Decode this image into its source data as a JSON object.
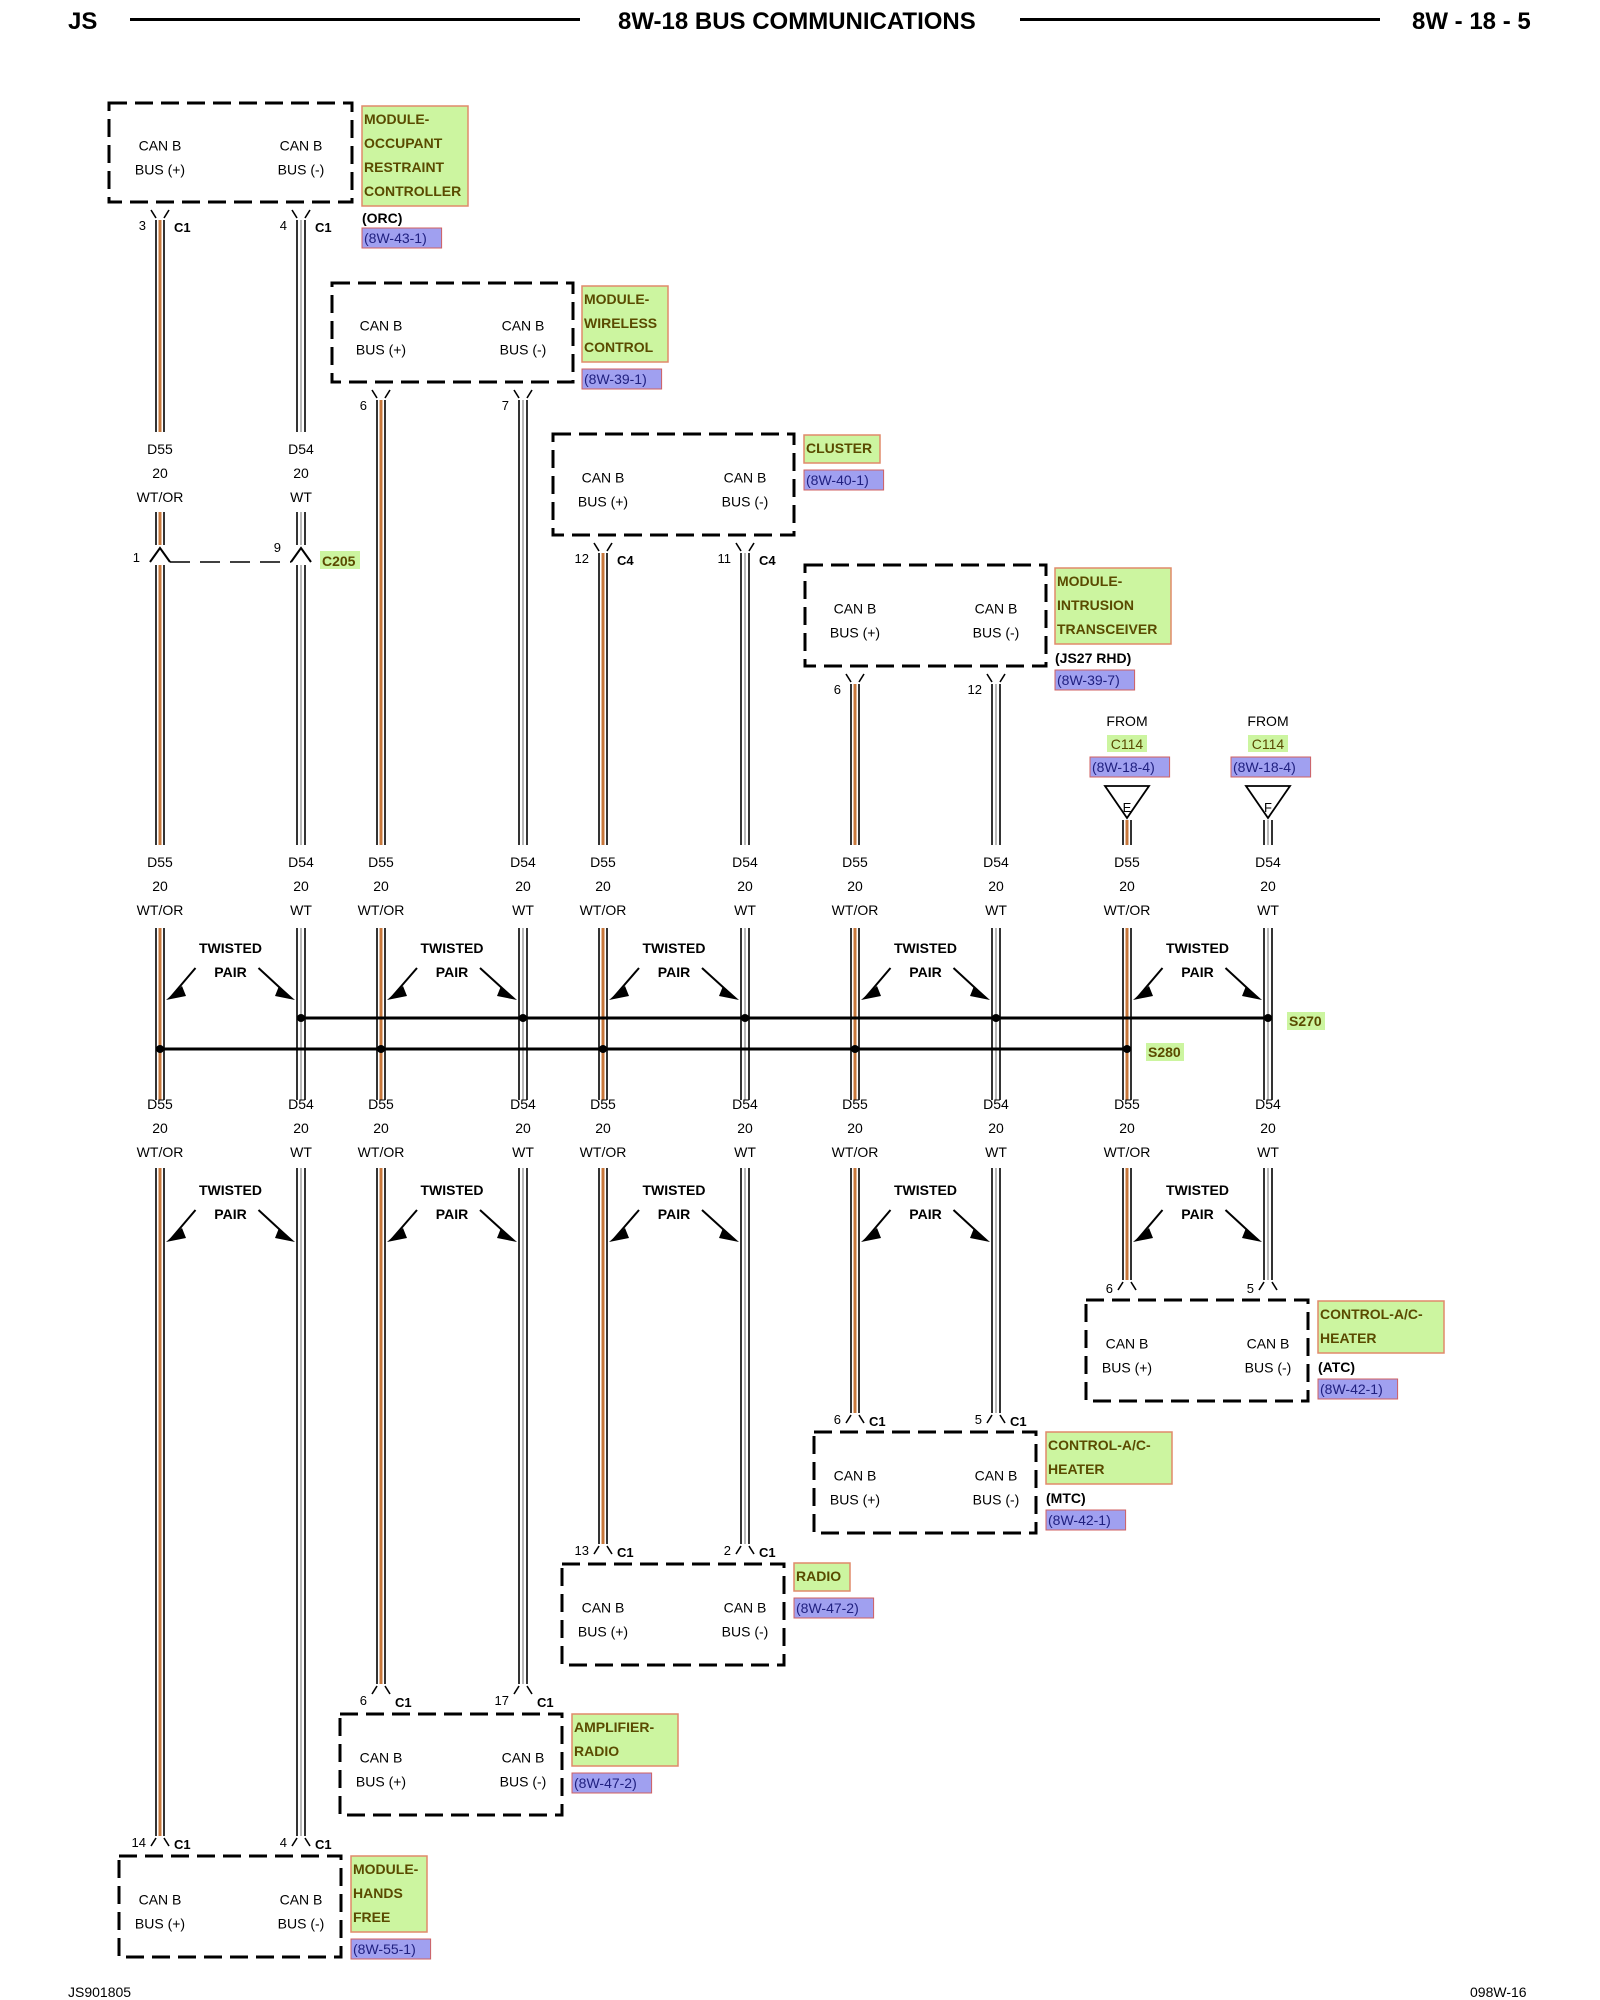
{
  "header": {
    "left": "JS",
    "title": "8W-18 BUS COMMUNICATIONS",
    "right": "8W - 18 - 5"
  },
  "footer": {
    "left": "JS901805",
    "right": "098W-16"
  },
  "colors": {
    "wire_orange": "#c8783c",
    "green_label_bg": "#ccf5a0",
    "green_label_text": "#5a4a00",
    "ref_bg": "#a0a0f0"
  },
  "labels": {
    "can_b": "CAN B",
    "bus_pos": "BUS (+)",
    "bus_neg": "BUS (-)",
    "twisted": "TWISTED",
    "pair": "PAIR",
    "from": "FROM"
  },
  "wire": {
    "d55": "D55",
    "d54": "D54",
    "gauge": "20",
    "color_wtor": "WT/OR",
    "color_wt": "WT"
  },
  "modules": [
    {
      "name": [
        "MODULE-",
        "OCCUPANT",
        "RESTRAINT",
        "CONTROLLER"
      ],
      "sub": "(ORC)",
      "ref": "(8W-43-1)",
      "pin_pos": "3",
      "pin_neg": "4",
      "conn_pos": "C1",
      "conn_neg": "C1"
    },
    {
      "name": [
        "MODULE-",
        "WIRELESS",
        "CONTROL"
      ],
      "sub": "",
      "ref": "(8W-39-1)",
      "pin_pos": "6",
      "pin_neg": "7",
      "conn_pos": "",
      "conn_neg": ""
    },
    {
      "name": [
        "CLUSTER"
      ],
      "sub": "",
      "ref": "(8W-40-1)",
      "pin_pos": "12",
      "pin_neg": "11",
      "conn_pos": "C4",
      "conn_neg": "C4"
    },
    {
      "name": [
        "MODULE-",
        "INTRUSION",
        "TRANSCEIVER"
      ],
      "sub": "(JS27 RHD)",
      "ref": "(8W-39-7)",
      "pin_pos": "6",
      "pin_neg": "12",
      "conn_pos": "",
      "conn_neg": ""
    },
    {
      "name": [
        "CONTROL-A/C-",
        "HEATER"
      ],
      "sub": "(ATC)",
      "ref": "(8W-42-1)",
      "pin_pos": "6",
      "pin_neg": "5",
      "conn_pos": "",
      "conn_neg": ""
    },
    {
      "name": [
        "CONTROL-A/C-",
        "HEATER"
      ],
      "sub": "(MTC)",
      "ref": "(8W-42-1)",
      "pin_pos": "6",
      "pin_neg": "5",
      "conn_pos": "C1",
      "conn_neg": "C1"
    },
    {
      "name": [
        "RADIO"
      ],
      "sub": "",
      "ref": "(8W-47-2)",
      "pin_pos": "13",
      "pin_neg": "2",
      "conn_pos": "C1",
      "conn_neg": "C1"
    },
    {
      "name": [
        "AMPLIFIER-",
        "RADIO"
      ],
      "sub": "",
      "ref": "(8W-47-2)",
      "pin_pos": "6",
      "pin_neg": "17",
      "conn_pos": "C1",
      "conn_neg": "C1"
    },
    {
      "name": [
        "MODULE-",
        "HANDS",
        "FREE"
      ],
      "sub": "",
      "ref": "(8W-55-1)",
      "pin_pos": "14",
      "pin_neg": "4",
      "conn_pos": "C1",
      "conn_neg": "C1"
    }
  ],
  "connectors": {
    "c205": "C205",
    "c205_pin_pos": "1",
    "c205_pin_neg": "9",
    "splice_top": "S270",
    "splice_bottom": "S280"
  },
  "from_c114": [
    {
      "connector": "C114",
      "ref": "(8W-18-4)",
      "letter": "E"
    },
    {
      "connector": "C114",
      "ref": "(8W-18-4)",
      "letter": "F"
    }
  ]
}
